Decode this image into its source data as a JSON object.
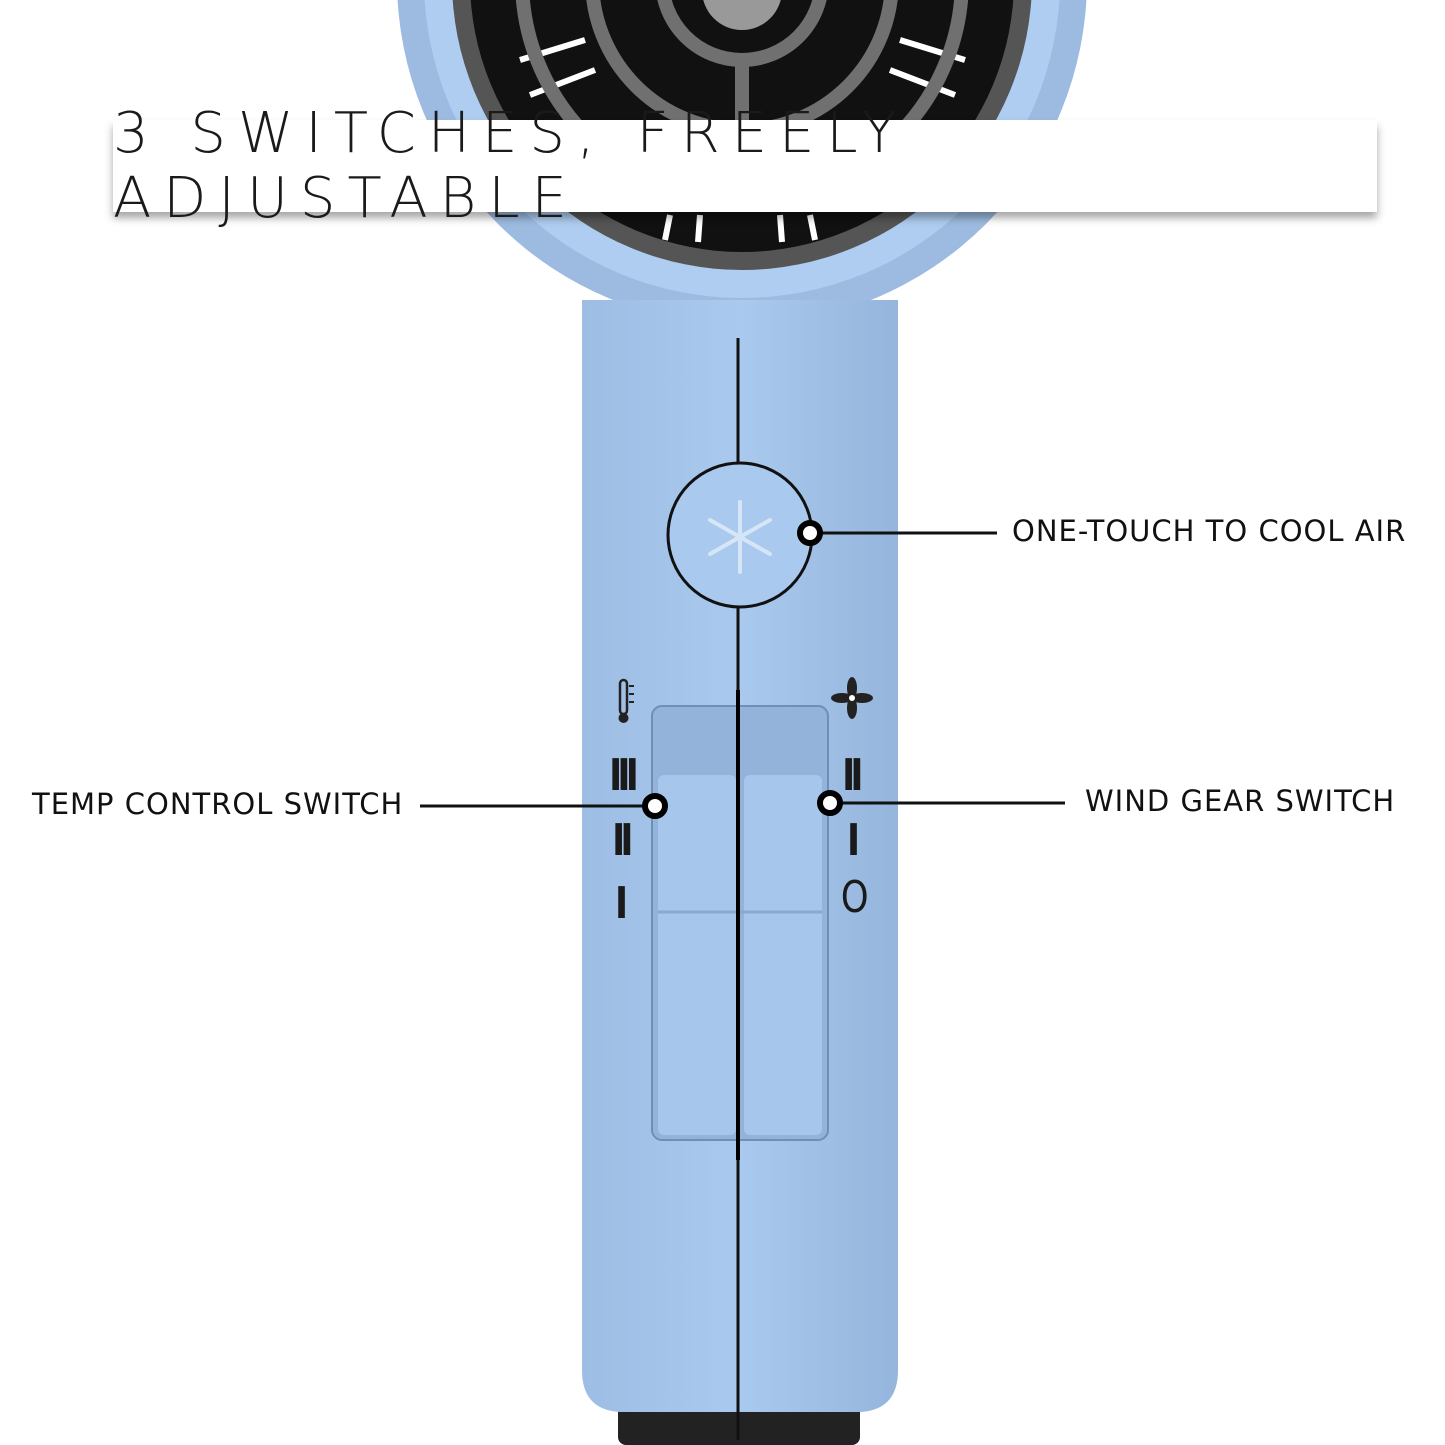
{
  "banner": {
    "title": "3 SWITCHES, FREELY ADJUSTABLE"
  },
  "callouts": {
    "cool_air": "ONE-TOUCH TO COOL AIR",
    "temp": "TEMP CONTROL SWITCH",
    "wind": "WIND GEAR SWITCH"
  },
  "temp_markings": [
    "III",
    "II",
    "I"
  ],
  "wind_markings": [
    "II",
    "I",
    "O"
  ],
  "icons": [
    "thermometer-icon",
    "fan-icon",
    "snowflake-icon"
  ],
  "colors": {
    "body": "#a9c8ec",
    "body_dark": "#8fb0d8",
    "grille": "#6a6a6a",
    "text": "#111111"
  }
}
